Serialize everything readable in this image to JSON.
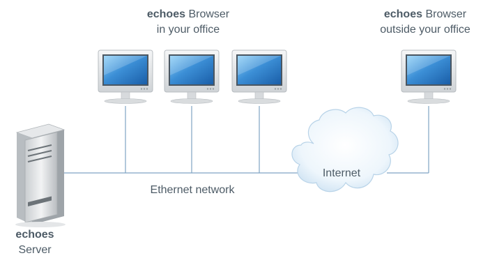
{
  "labels": {
    "office": {
      "brand": "echoes",
      "title": "Browser",
      "sub": "in your office"
    },
    "outside": {
      "brand": "echoes",
      "title": "Browser",
      "sub": "outside your office"
    },
    "server": {
      "brand": "echoes",
      "sub": "Server"
    },
    "network": "Ethernet network",
    "internet": "Internet"
  },
  "colors": {
    "line": "#7fa3c3",
    "screen": "#1f6fc2",
    "screen_light": "#7ec3f2",
    "bezel": "#e3e6e8",
    "text": "#4d5b66"
  },
  "icons": {
    "monitor": "monitor-icon",
    "server": "server-tower-icon",
    "cloud": "cloud-icon"
  }
}
